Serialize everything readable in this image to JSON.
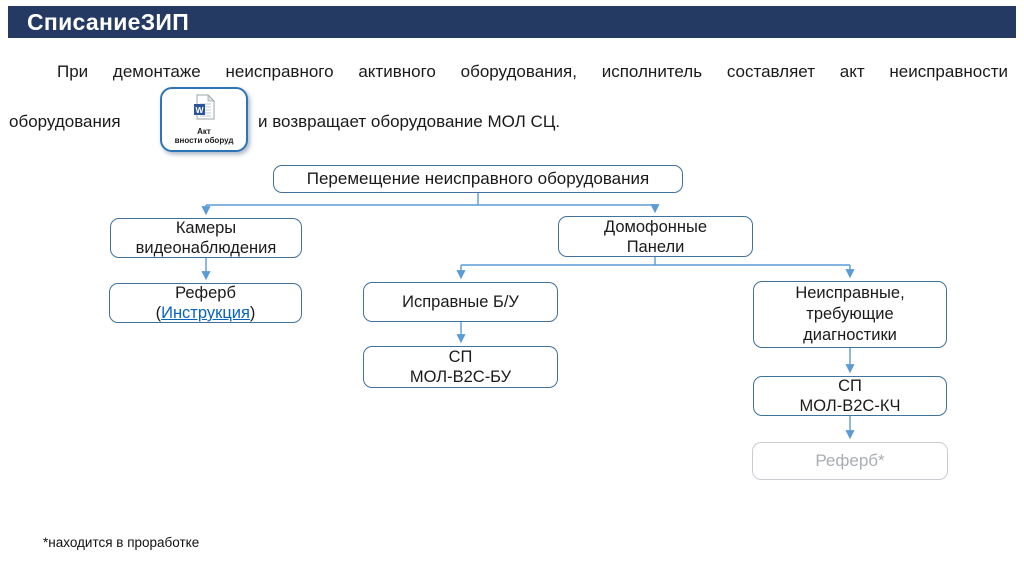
{
  "title": "СписаниеЗИП",
  "paragraph": {
    "line1": "При демонтаже неисправного активного оборудования, исполнитель составляет акт неисправности",
    "line2_start": "оборудования",
    "line2_end": "и возвращает оборудование МОЛ СЦ."
  },
  "attachment": {
    "icon": "word-document-icon",
    "caption_line1": "Акт",
    "caption_line2": "вности оборуд"
  },
  "flowchart": {
    "root": {
      "label": "Перемещение неисправного оборудования"
    },
    "cameras": {
      "lines": [
        "Камеры",
        "видеонаблюдения"
      ]
    },
    "domofon": {
      "lines": [
        "Домофонные",
        "Панели"
      ]
    },
    "referb": {
      "line1": "Реферб",
      "paren_open": "(",
      "link_text": "Инструкция",
      "paren_close": ")"
    },
    "ispravnye": {
      "label": "Исправные Б/У"
    },
    "sp_bu": {
      "lines": [
        "СП",
        "МОЛ-В2С-БУ"
      ]
    },
    "neispravnye": {
      "lines": [
        "Неисправные,",
        "требующие",
        "диагностики"
      ]
    },
    "sp_kch": {
      "lines": [
        "СП",
        "МОЛ-В2С-КЧ"
      ]
    },
    "referb_planned": {
      "label": "Реферб*"
    }
  },
  "footnote": "*находится в проработке",
  "colors": {
    "header_bg": "#243A62",
    "box_border": "#41719C",
    "arrow": "#5B9BD5",
    "link": "#0563C1",
    "disabled_border": "#C9CDD2",
    "disabled_text": "#A9AEB4"
  }
}
